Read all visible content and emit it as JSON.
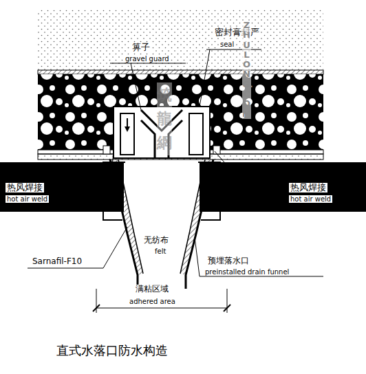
{
  "diagram": {
    "title": "直式水落口防水构造",
    "labels": [
      "箅子",
      "gravel guard",
      "密封膏封严",
      "seal",
      "热风焊接",
      "hot air weld",
      "热风焊接",
      "hot air weld",
      "无纺布",
      "felt",
      "Sarnafil-F10",
      "预埋落水口",
      "preinstalled drain funnel",
      "满粘区域",
      "adhered area",
      "ZHULONG.COM",
      "筑龍網"
    ]
  }
}
